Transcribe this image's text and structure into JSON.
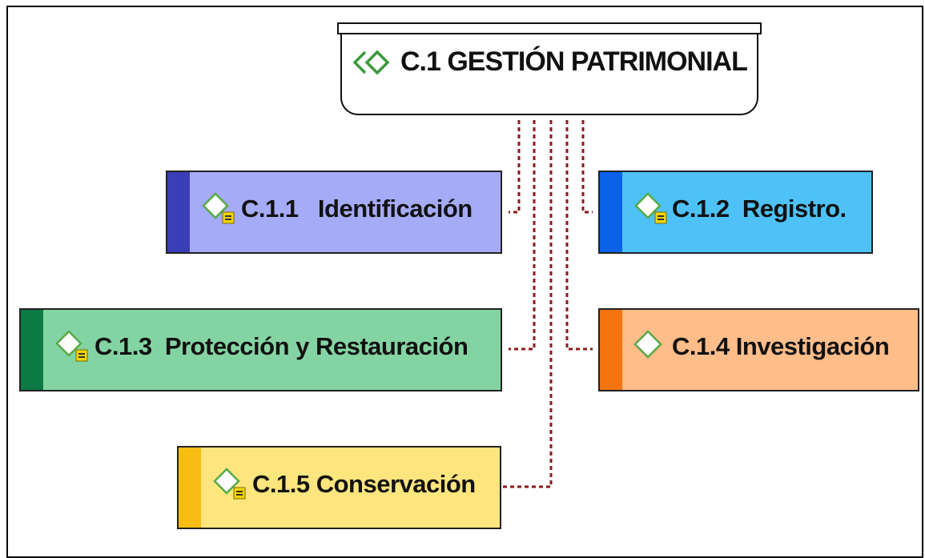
{
  "diagram": {
    "root": {
      "label": "C.1 GESTIÓN PATRIMONIAL",
      "icon": "double-chevron-diamond-icon"
    },
    "children": [
      {
        "id": "c11",
        "label": "C.1.1   Identificación",
        "icon": "diamond-note-icon",
        "strip_color": "#3a3fb8",
        "fill_color": "#a6abf7"
      },
      {
        "id": "c12",
        "label": "C.1.2  Registro.",
        "icon": "diamond-note-icon",
        "strip_color": "#0a62e8",
        "fill_color": "#4ec2f7"
      },
      {
        "id": "c13",
        "label": "C.1.3  Protección y Restauración",
        "icon": "diamond-note-icon",
        "strip_color": "#0c7a45",
        "fill_color": "#84d4a3"
      },
      {
        "id": "c14",
        "label": "C.1.4 Investigación",
        "icon": "diamond-icon",
        "strip_color": "#f47510",
        "fill_color": "#ffbd8a"
      },
      {
        "id": "c15",
        "label": "C.1.5 Conservación",
        "icon": "diamond-note-icon",
        "strip_color": "#f7bd12",
        "fill_color": "#ffe57e"
      }
    ],
    "connector_color": "#8b1a1a"
  }
}
